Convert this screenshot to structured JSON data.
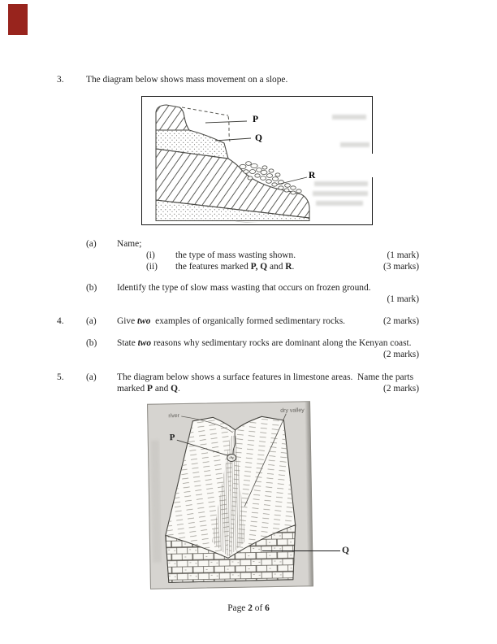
{
  "colors": {
    "ink": "#1f1f1f",
    "scan_artifact_red": "#98241d"
  },
  "q3": {
    "number": "3.",
    "intro": "The diagram below shows mass movement on a slope.",
    "diagram": {
      "label_p": "P",
      "label_q": "Q",
      "label_r": "R"
    },
    "part_a": {
      "label": "(a)",
      "heading": "Name;",
      "item_i": {
        "label": "(i)",
        "text": "the type of mass wasting shown.",
        "marks": "(1 mark)"
      },
      "item_ii": {
        "label": "(ii)",
        "seg1": "the features marked ",
        "seg2": "P, Q",
        "seg3": " and ",
        "seg4": "R",
        "seg5": ".",
        "marks": "(3 marks)"
      }
    },
    "part_b": {
      "label": "(b)",
      "text": "Identify the type of slow mass wasting that occurs on frozen ground.",
      "marks": "(1 mark)"
    }
  },
  "q4": {
    "number": "4.",
    "part_a": {
      "label": "(a)",
      "seg1": "Give ",
      "seg2": "two",
      "seg3": "  examples of organically formed sedimentary rocks.",
      "marks": "(2 marks)"
    },
    "part_b": {
      "label": "(b)",
      "seg1": "State ",
      "seg2": "two",
      "seg3": " reasons why sedimentary rocks are dominant along the Kenyan coast.",
      "marks": "(2 marks)"
    }
  },
  "q5": {
    "number": "5.",
    "part_a": {
      "label": "(a)",
      "line1": "The diagram below shows a surface features in limestone areas.  Name the parts",
      "seg1": "marked ",
      "seg2": "P",
      "seg3": " and ",
      "seg4": "Q",
      "seg5": ".",
      "marks": "(2 marks)"
    },
    "diagram": {
      "label_river": "river",
      "label_dry_valley": "dry valley",
      "label_p": "P",
      "label_q": "Q"
    }
  },
  "footer": {
    "seg1": "Page ",
    "page_number": "2",
    "seg3": " of ",
    "total_pages": "6"
  }
}
